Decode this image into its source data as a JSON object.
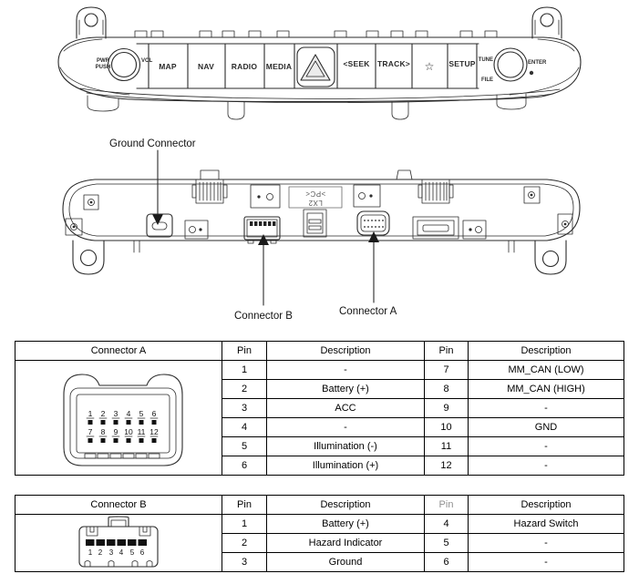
{
  "front_view": {
    "power_knob": {
      "pwr": "PWR",
      "push": "PUSH",
      "vol": "VOL"
    },
    "buttons": {
      "map": "MAP",
      "nav": "NAV",
      "radio": "RADIO",
      "media": "MEDIA",
      "seek": "<SEEK",
      "track": "TRACK>",
      "star": "☆",
      "setup": "SETUP"
    },
    "tune_knob": {
      "tune": "TUNE",
      "file": "FILE",
      "enter": "ENTER"
    }
  },
  "rear_view": {
    "ground_label": "Ground Connector",
    "connector_b_label": "Connector B",
    "connector_a_label": "Connector A",
    "marking_top": ">PC<",
    "marking_bottom": "LX2"
  },
  "connector_a_table": {
    "title": "Connector A",
    "col_pin": "Pin",
    "col_desc": "Description",
    "pins_top": [
      "1",
      "2",
      "3",
      "4",
      "5",
      "6"
    ],
    "pins_bottom": [
      "7",
      "8",
      "9",
      "10",
      "11",
      "12"
    ],
    "rows": [
      {
        "pin_l": "1",
        "desc_l": "-",
        "pin_r": "7",
        "desc_r": "MM_CAN (LOW)"
      },
      {
        "pin_l": "2",
        "desc_l": "Battery (+)",
        "pin_r": "8",
        "desc_r": "MM_CAN (HIGH)"
      },
      {
        "pin_l": "3",
        "desc_l": "ACC",
        "pin_r": "9",
        "desc_r": "-"
      },
      {
        "pin_l": "4",
        "desc_l": "-",
        "pin_r": "10",
        "desc_r": "GND"
      },
      {
        "pin_l": "5",
        "desc_l": "Illumination (-)",
        "pin_r": "11",
        "desc_r": "-"
      },
      {
        "pin_l": "6",
        "desc_l": "Illumination (+)",
        "pin_r": "12",
        "desc_r": "-"
      }
    ]
  },
  "connector_b_table": {
    "title": "Connector B",
    "col_pin": "Pin",
    "col_desc": "Description",
    "pins": [
      "1",
      "2",
      "3",
      "4",
      "5",
      "6"
    ],
    "rows": [
      {
        "pin_l": "1",
        "desc_l": "Battery (+)",
        "pin_r": "4",
        "desc_r": "Hazard Switch"
      },
      {
        "pin_l": "2",
        "desc_l": "Hazard Indicator",
        "pin_r": "5",
        "desc_r": "-"
      },
      {
        "pin_l": "3",
        "desc_l": "Ground",
        "pin_r": "6",
        "desc_r": "-"
      }
    ]
  }
}
